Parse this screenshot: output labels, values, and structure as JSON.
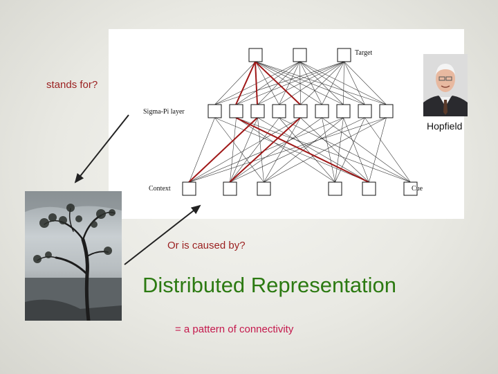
{
  "labels": {
    "stands_for": "stands for?",
    "hopfield": "Hopfield",
    "caused_by": "Or is caused by?",
    "title": "Distributed Representation",
    "subtitle": "= a pattern of connectivity"
  },
  "network": {
    "top_layer_label": "Target",
    "middle_layer_label": "Sigma-Pi layer",
    "bottom_left_label": "Context",
    "bottom_right_label": "Cue",
    "top_units": 3,
    "middle_units": 9,
    "bottom_units": 6
  },
  "colors": {
    "title": "#2c7a12",
    "question_text": "#9a1f1f",
    "subtitle": "#c4184c",
    "highlight_connection": "#a01818",
    "connection": "#333333"
  }
}
